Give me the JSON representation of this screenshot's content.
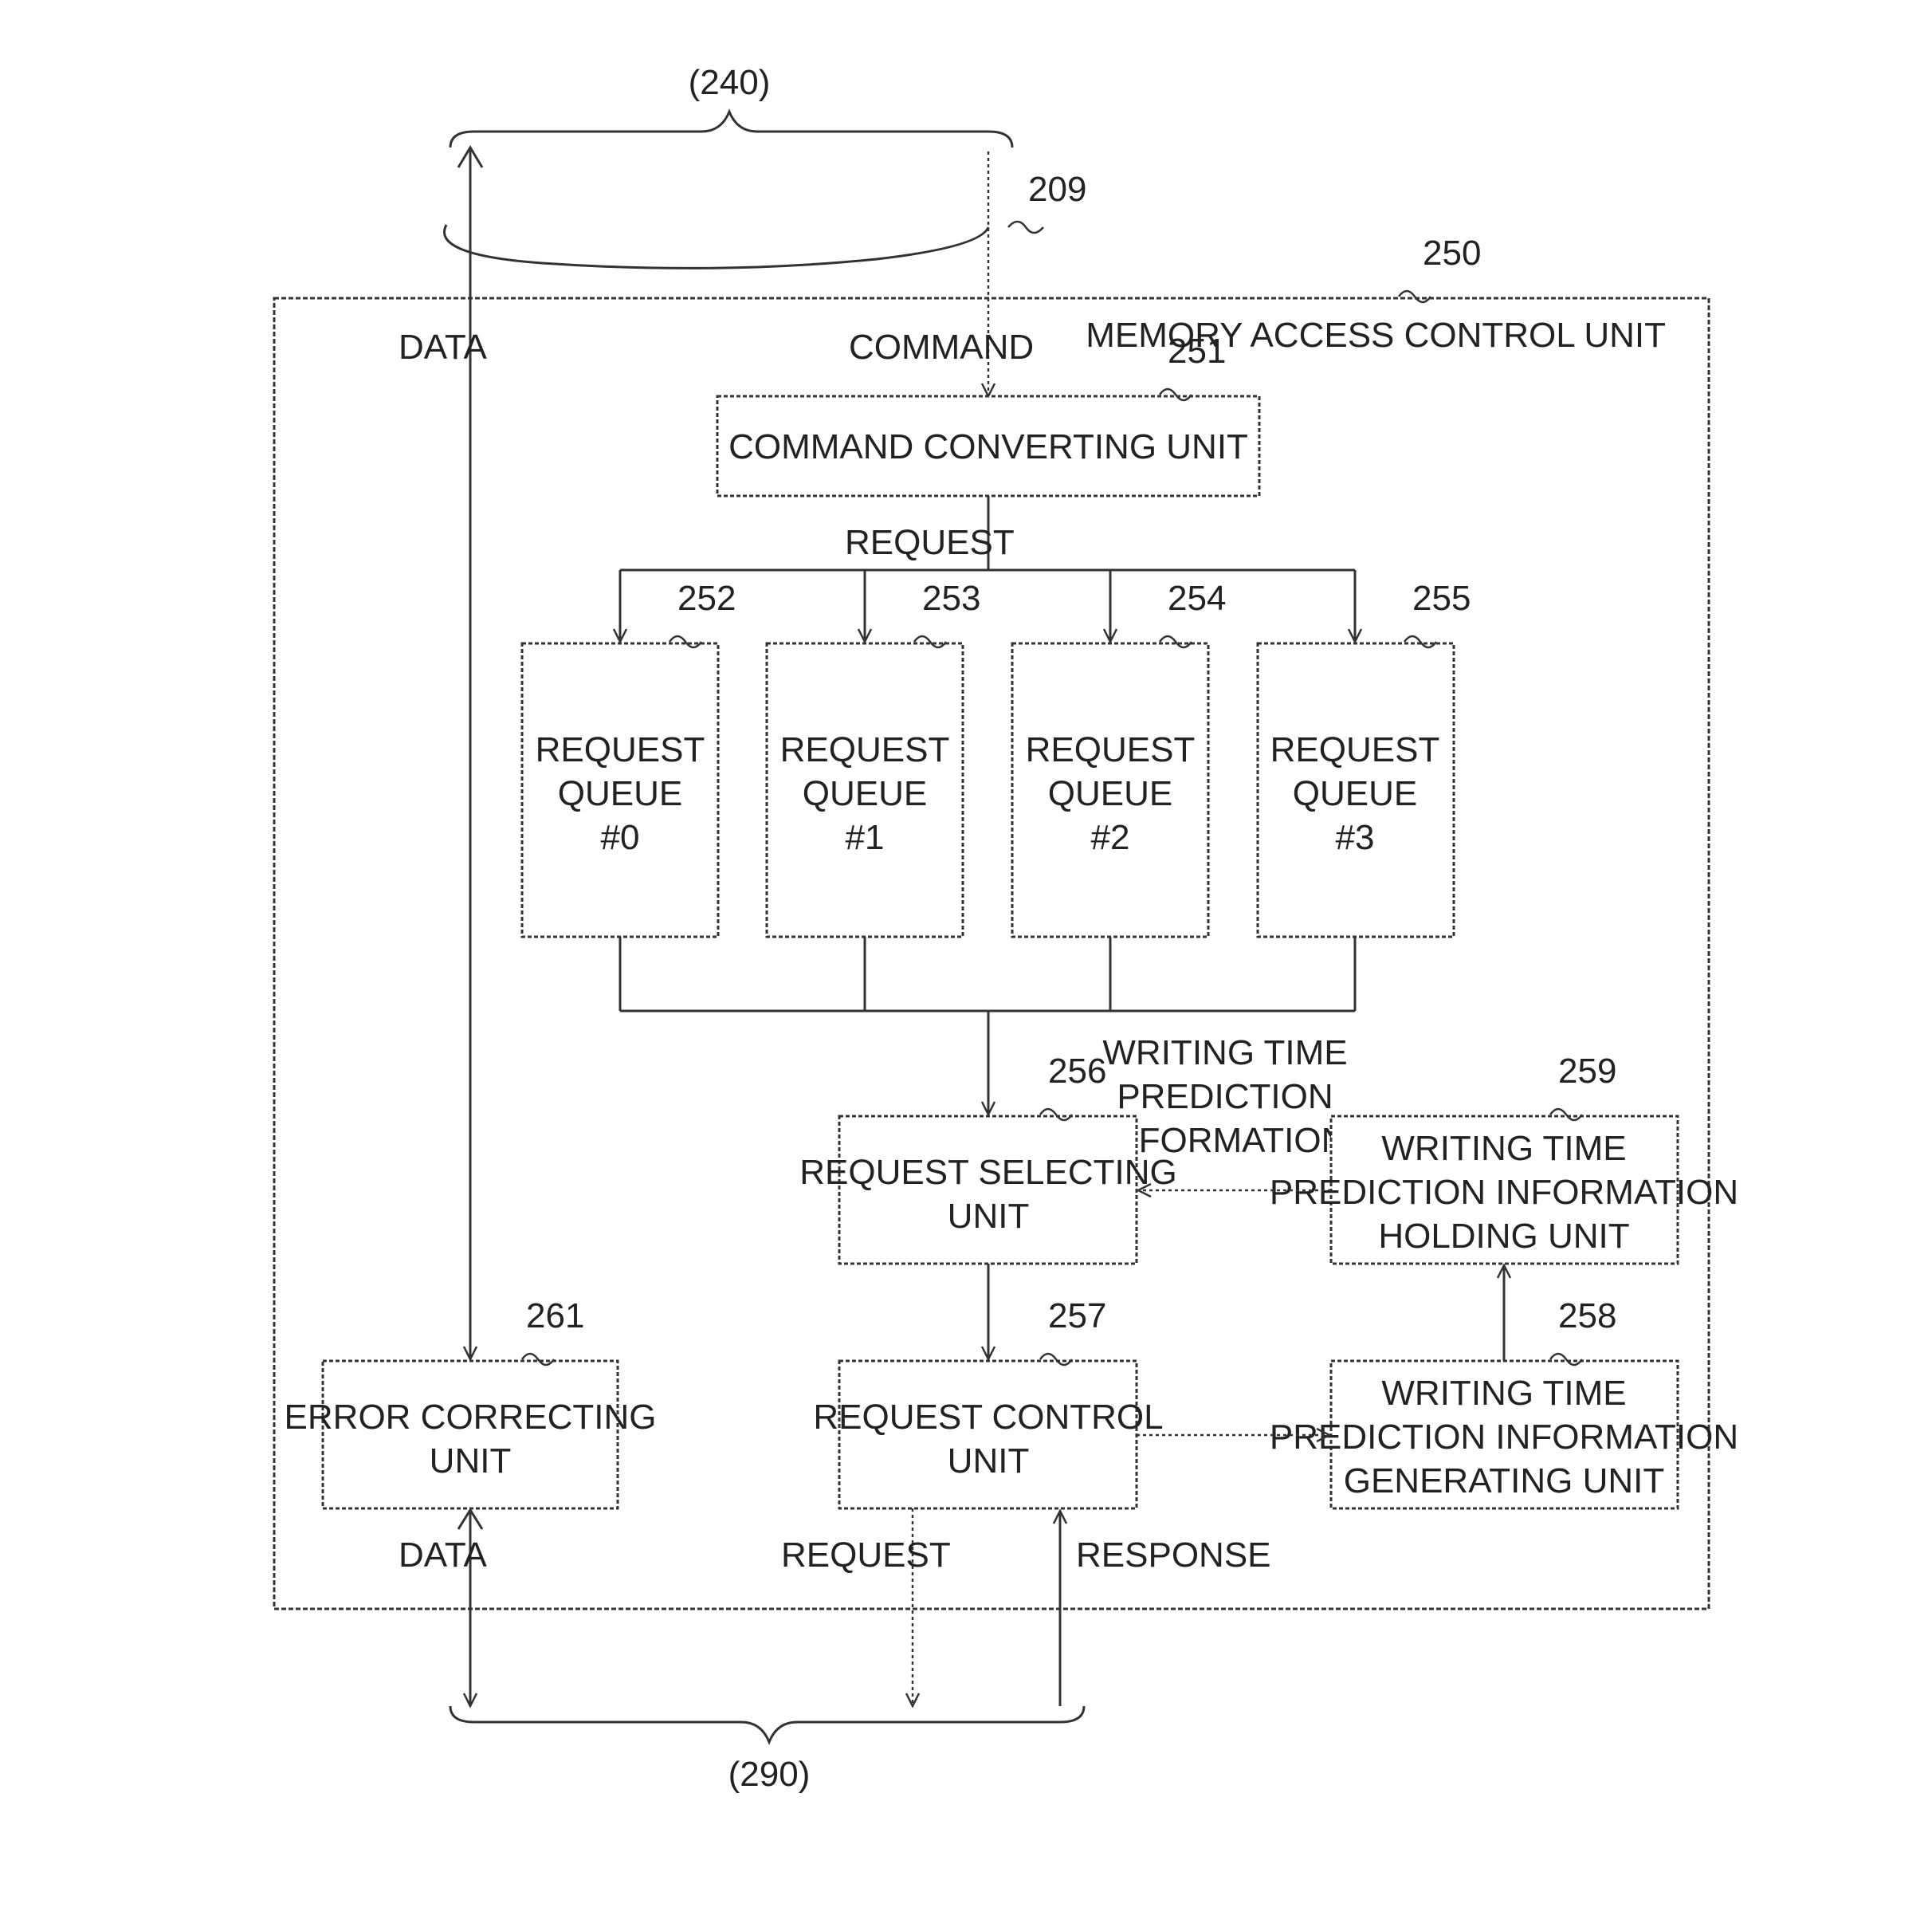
{
  "labels": {
    "bus_top": "(240)",
    "bus_bottom": "(290)",
    "line_209": "209",
    "unit_250_ref": "250",
    "unit_250_name": "MEMORY ACCESS CONTROL UNIT",
    "data_top": "DATA",
    "data_bottom": "DATA",
    "command": "COMMAND",
    "request_mid": "REQUEST",
    "request_out": "REQUEST",
    "response": "RESPONSE",
    "wtpi_signal": [
      "WRITING TIME",
      "PREDICTION",
      "INFORMATION"
    ]
  },
  "blocks": {
    "command_converting": {
      "ref": "251",
      "lines": [
        "COMMAND CONVERTING UNIT"
      ]
    },
    "queue0": {
      "ref": "252",
      "lines": [
        "REQUEST",
        "QUEUE",
        "#0"
      ]
    },
    "queue1": {
      "ref": "253",
      "lines": [
        "REQUEST",
        "QUEUE",
        "#1"
      ]
    },
    "queue2": {
      "ref": "254",
      "lines": [
        "REQUEST",
        "QUEUE",
        "#2"
      ]
    },
    "queue3": {
      "ref": "255",
      "lines": [
        "REQUEST",
        "QUEUE",
        "#3"
      ]
    },
    "request_selecting": {
      "ref": "256",
      "lines": [
        "REQUEST SELECTING",
        "UNIT"
      ]
    },
    "request_control": {
      "ref": "257",
      "lines": [
        "REQUEST CONTROL",
        "UNIT"
      ]
    },
    "wtpi_generating": {
      "ref": "258",
      "lines": [
        "WRITING TIME",
        "PREDICTION INFORMATION",
        "GENERATING UNIT"
      ]
    },
    "wtpi_holding": {
      "ref": "259",
      "lines": [
        "WRITING TIME",
        "PREDICTION INFORMATION",
        "HOLDING UNIT"
      ]
    },
    "error_correcting": {
      "ref": "261",
      "lines": [
        "ERROR CORRECTING",
        "UNIT"
      ]
    }
  }
}
